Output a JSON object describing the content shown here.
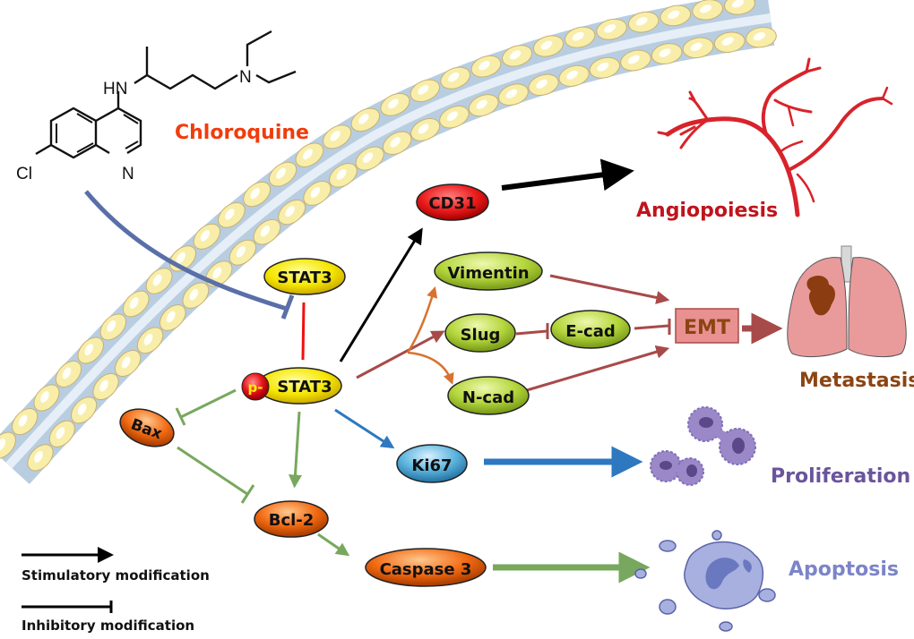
{
  "drug": {
    "name": "Chloroquine",
    "atoms": {
      "cl": "Cl",
      "n_ring": "N",
      "hn": "HN",
      "n_amine": "N"
    },
    "color": "#f03c0c"
  },
  "nodes": {
    "stat3": {
      "label": "STAT3",
      "color": "#f2e300"
    },
    "p_stat3": {
      "label": "STAT3",
      "phospho": "p-",
      "color": "#f2e300",
      "phospho_color": "#e8141a"
    },
    "cd31": {
      "label": "CD31",
      "color": "#e8141a"
    },
    "vimentin": {
      "label": "Vimentin",
      "color": "#a8d032"
    },
    "slug": {
      "label": "Slug",
      "color": "#a8d032"
    },
    "ecad": {
      "label": "E-cad",
      "color": "#a8d032"
    },
    "ncad": {
      "label": "N-cad",
      "color": "#a8d032"
    },
    "emt": {
      "label": "EMT",
      "color": "#e99090",
      "text_color": "#8b4513"
    },
    "ki67": {
      "label": "Ki67",
      "color": "#5bb4dc"
    },
    "bax": {
      "label": "Bax",
      "color": "#f26a12"
    },
    "bcl2": {
      "label": "Bcl-2",
      "color": "#f26a12"
    },
    "caspase3": {
      "label": "Caspase 3",
      "color": "#f26a12"
    }
  },
  "outcomes": {
    "angiopoiesis": {
      "label": "Angiopoiesis",
      "color": "#c0141c"
    },
    "metastasis": {
      "label": "Metastasis",
      "color": "#8b4513"
    },
    "proliferation": {
      "label": "Proliferation",
      "color": "#6a549c"
    },
    "apoptosis": {
      "label": "Apoptosis",
      "color": "#7c84c8"
    }
  },
  "legend": {
    "stimulatory": "Stimulatory modification",
    "inhibitory": "Inhibitory modification"
  },
  "edge_colors": {
    "chloroquine": "#5a6fa8",
    "stat3_inhibit": "#f01010",
    "black": "#000000",
    "emt_path": "#a84a4a",
    "branch": "#d9722f",
    "ki67": "#2e78c0",
    "apoptosis": "#78a85e"
  }
}
